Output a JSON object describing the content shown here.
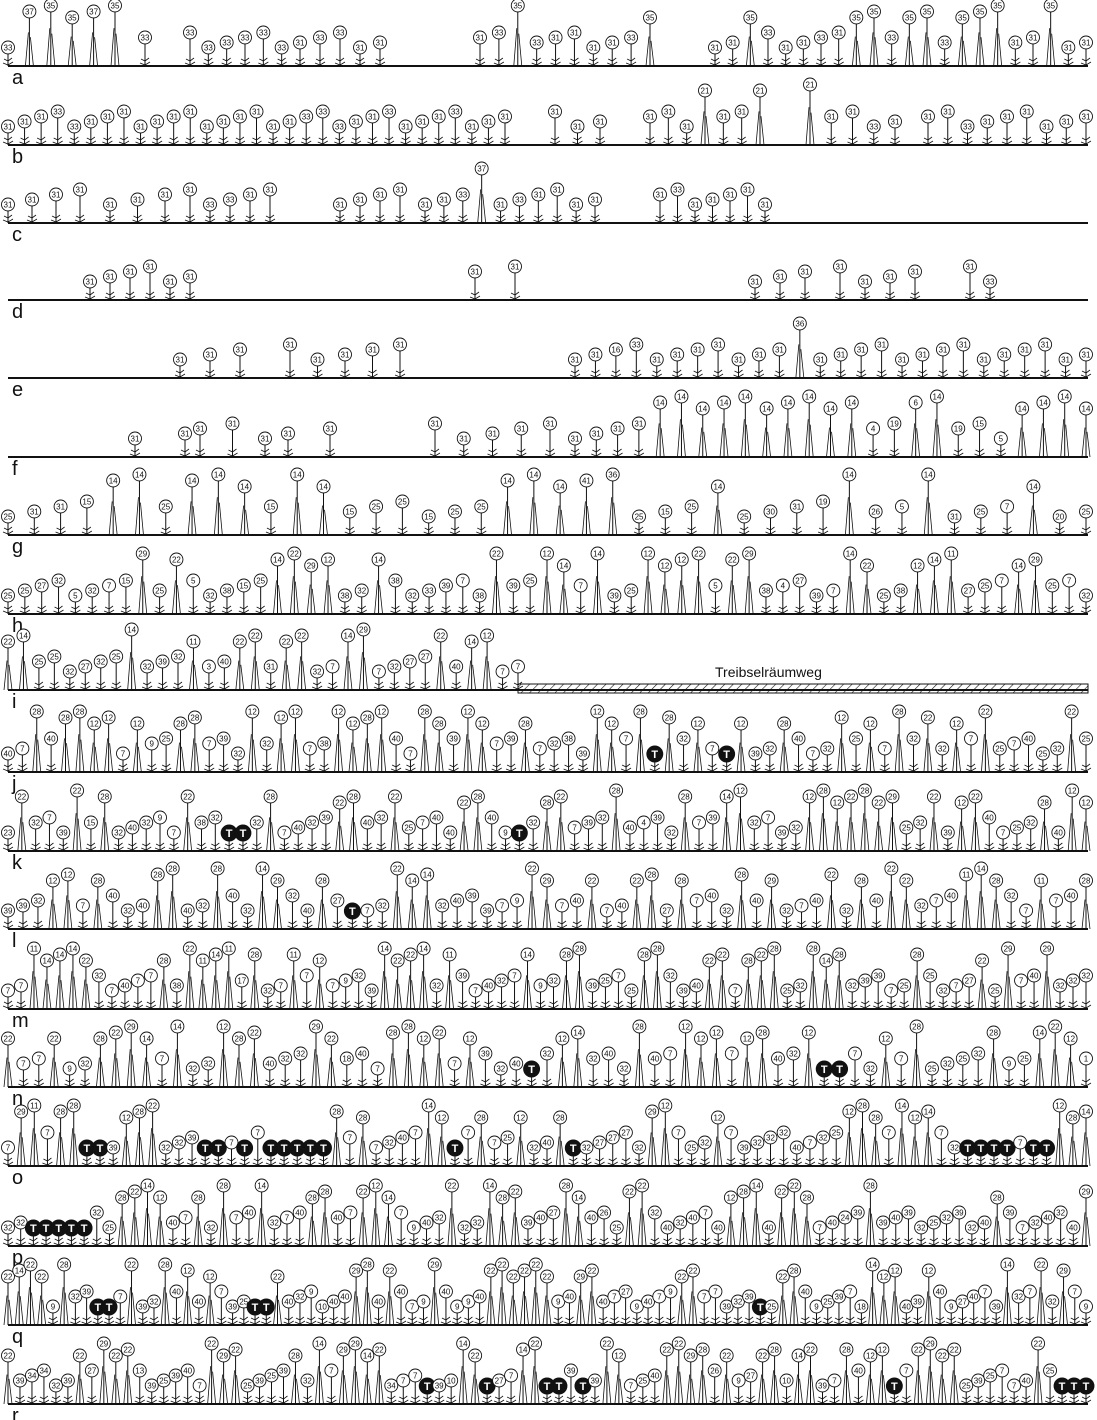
{
  "legend_text": "Treibselräumweg",
  "colors": {
    "ink": "#111111",
    "t_fill": "#111111",
    "background": "#ffffff"
  },
  "rows": [
    {
      "label": "a",
      "codes": [
        "33",
        "37",
        "35",
        "35",
        "37",
        "35",
        "33",
        "33",
        "33",
        "33",
        "33",
        "33",
        "33",
        "31",
        "33",
        "33",
        "31",
        "31",
        "31",
        "33",
        "35",
        "33",
        "31",
        "31",
        "31",
        "31",
        "33",
        "35",
        "31",
        "31",
        "35",
        "33",
        "31",
        "31",
        "33",
        "31",
        "35",
        "35",
        "33",
        "35",
        "35",
        "33",
        "35",
        "35",
        "35",
        "31",
        "31",
        "35",
        "31",
        "31"
      ]
    },
    {
      "label": "b",
      "codes": [
        "31",
        "31",
        "31",
        "33",
        "33",
        "31",
        "31",
        "31",
        "31",
        "31",
        "31",
        "31",
        "31",
        "31",
        "31",
        "31",
        "31",
        "31",
        "33",
        "33",
        "33",
        "31",
        "31",
        "33",
        "31",
        "31",
        "31",
        "33",
        "31",
        "31",
        "31",
        "31",
        "31",
        "31",
        "31",
        "31",
        "31",
        "21",
        "31",
        "31",
        "21",
        "21",
        "31",
        "31",
        "33",
        "31",
        "31",
        "31",
        "33",
        "31",
        "31",
        "31",
        "31",
        "31",
        "31"
      ]
    },
    {
      "label": "c",
      "codes": [
        "31",
        "31",
        "31",
        "31",
        "31",
        "31",
        "31",
        "31",
        "33",
        "33",
        "31",
        "31",
        "31",
        "31",
        "31",
        "31",
        "31",
        "31",
        "33",
        "37",
        "31",
        "33",
        "31",
        "31",
        "31",
        "31",
        "31",
        "33",
        "31",
        "31",
        "31",
        "31",
        "31"
      ]
    },
    {
      "label": "d",
      "codes": [
        "31",
        "31",
        "31",
        "31",
        "31",
        "31",
        "31",
        "31",
        "31",
        "31",
        "31",
        "31",
        "31",
        "31",
        "31",
        "31",
        "33"
      ]
    },
    {
      "label": "e",
      "codes": [
        "31",
        "31",
        "31",
        "31",
        "31",
        "31",
        "31",
        "31",
        "31",
        "31",
        "16",
        "33",
        "31",
        "31",
        "31",
        "31",
        "31",
        "31",
        "31",
        "36",
        "31",
        "31",
        "31",
        "31",
        "31",
        "31",
        "31",
        "31",
        "31",
        "31",
        "31",
        "31",
        "31",
        "31"
      ]
    },
    {
      "label": "f",
      "codes": [
        "31",
        "31",
        "31",
        "31",
        "31",
        "31",
        "31",
        "31",
        "31",
        "31",
        "31",
        "31",
        "31",
        "31",
        "31",
        "31",
        "14",
        "14",
        "14",
        "14",
        "14",
        "14",
        "14",
        "14",
        "14",
        "14",
        "4",
        "19",
        "6",
        "14",
        "19",
        "15",
        "5",
        "14",
        "14",
        "14",
        "14"
      ]
    },
    {
      "label": "g",
      "codes": [
        "25",
        "31",
        "31",
        "15",
        "14",
        "14",
        "25",
        "14",
        "14",
        "14",
        "15",
        "14",
        "14",
        "15",
        "25",
        "25",
        "15",
        "25",
        "25",
        "14",
        "14",
        "14",
        "41",
        "36",
        "25",
        "15",
        "25",
        "14",
        "25",
        "30",
        "31",
        "19",
        "14",
        "26",
        "5",
        "14",
        "31",
        "25",
        "7",
        "14",
        "20",
        "25"
      ]
    },
    {
      "label": "h",
      "codes": [
        "25",
        "25",
        "27",
        "32",
        "5",
        "32",
        "7",
        "15",
        "29",
        "25",
        "22",
        "5",
        "32",
        "38",
        "15",
        "25",
        "14",
        "22",
        "29",
        "12",
        "38",
        "32",
        "14",
        "38",
        "32",
        "33",
        "39",
        "7",
        "38",
        "22",
        "39",
        "25",
        "12",
        "14",
        "7",
        "14",
        "39",
        "25",
        "12",
        "12",
        "12",
        "22",
        "5",
        "22",
        "29",
        "38",
        "4",
        "27",
        "39",
        "7",
        "14",
        "22",
        "25",
        "38",
        "12",
        "14",
        "11",
        "27",
        "25",
        "7",
        "14",
        "29",
        "25",
        "7",
        "32"
      ]
    },
    {
      "label": "i",
      "codes": [
        "22",
        "14",
        "25",
        "25",
        "32",
        "27",
        "32",
        "25",
        "14",
        "32",
        "39",
        "32",
        "11",
        "3",
        "40",
        "22",
        "22",
        "31",
        "22",
        "22",
        "32",
        "7",
        "14",
        "29",
        "7",
        "32",
        "27",
        "27",
        "22",
        "40",
        "14",
        "12",
        "7",
        "7"
      ]
    },
    {
      "label": "j",
      "codes": [
        "40",
        "7",
        "28",
        "40",
        "28",
        "28",
        "12",
        "12",
        "7",
        "12",
        "9",
        "25",
        "28",
        "28",
        "7",
        "39",
        "32",
        "12",
        "32",
        "12",
        "12",
        "7",
        "38",
        "12",
        "12",
        "28",
        "12",
        "40",
        "7",
        "28",
        "28",
        "39",
        "12",
        "12",
        "7",
        "39",
        "28",
        "7",
        "32",
        "38",
        "39",
        "12",
        "12",
        "7",
        "28",
        "T",
        "28",
        "32",
        "12",
        "7",
        "T",
        "12",
        "39",
        "32",
        "28",
        "40",
        "7",
        "32",
        "12",
        "25",
        "12",
        "7",
        "28",
        "32",
        "22",
        "32",
        "12",
        "7",
        "22",
        "25",
        "7",
        "40",
        "25",
        "32",
        "22",
        "25"
      ]
    },
    {
      "label": "k",
      "codes": [
        "23",
        "22",
        "32",
        "7",
        "39",
        "22",
        "15",
        "28",
        "32",
        "40",
        "32",
        "9",
        "7",
        "22",
        "38",
        "32",
        "T",
        "T",
        "32",
        "28",
        "7",
        "40",
        "32",
        "39",
        "22",
        "28",
        "40",
        "32",
        "22",
        "25",
        "7",
        "40",
        "40",
        "22",
        "28",
        "40",
        "9",
        "T",
        "32",
        "28",
        "22",
        "7",
        "39",
        "32",
        "28",
        "40",
        "4",
        "39",
        "32",
        "28",
        "7",
        "39",
        "14",
        "12",
        "32",
        "7",
        "39",
        "32",
        "12",
        "28",
        "12",
        "22",
        "28",
        "22",
        "29",
        "25",
        "32",
        "22",
        "39",
        "12",
        "22",
        "40",
        "7",
        "25",
        "32",
        "28",
        "40",
        "12",
        "12"
      ]
    },
    {
      "label": "l",
      "codes": [
        "39",
        "39",
        "32",
        "12",
        "12",
        "7",
        "28",
        "40",
        "32",
        "40",
        "28",
        "28",
        "40",
        "32",
        "28",
        "40",
        "32",
        "14",
        "29",
        "32",
        "40",
        "28",
        "27",
        "T",
        "7",
        "32",
        "22",
        "14",
        "14",
        "32",
        "40",
        "39",
        "39",
        "7",
        "9",
        "22",
        "29",
        "7",
        "40",
        "22",
        "7",
        "40",
        "22",
        "28",
        "27",
        "28",
        "7",
        "40",
        "32",
        "28",
        "40",
        "29",
        "32",
        "7",
        "40",
        "22",
        "32",
        "28",
        "40",
        "22",
        "22",
        "32",
        "7",
        "40",
        "11",
        "14",
        "28",
        "32",
        "7",
        "11",
        "7",
        "40",
        "28"
      ]
    },
    {
      "label": "m",
      "codes": [
        "7",
        "7",
        "11",
        "14",
        "14",
        "14",
        "22",
        "32",
        "7",
        "40",
        "7",
        "7",
        "28",
        "38",
        "22",
        "11",
        "14",
        "11",
        "17",
        "28",
        "32",
        "7",
        "11",
        "7",
        "12",
        "7",
        "9",
        "32",
        "39",
        "14",
        "22",
        "22",
        "14",
        "32",
        "11",
        "39",
        "7",
        "40",
        "32",
        "7",
        "14",
        "9",
        "32",
        "28",
        "28",
        "39",
        "25",
        "7",
        "25",
        "28",
        "28",
        "32",
        "39",
        "40",
        "22",
        "22",
        "7",
        "28",
        "22",
        "28",
        "25",
        "32",
        "28",
        "14",
        "28",
        "32",
        "39",
        "39",
        "7",
        "25",
        "28",
        "25",
        "32",
        "7",
        "27",
        "22",
        "25",
        "29",
        "7",
        "40",
        "29",
        "32",
        "32",
        "32"
      ]
    },
    {
      "label": "n",
      "codes": [
        "22",
        "7",
        "7",
        "22",
        "9",
        "32",
        "28",
        "22",
        "29",
        "14",
        "7",
        "14",
        "32",
        "32",
        "12",
        "28",
        "22",
        "40",
        "32",
        "32",
        "29",
        "22",
        "18",
        "40",
        "7",
        "28",
        "28",
        "12",
        "22",
        "7",
        "12",
        "39",
        "32",
        "40",
        "T",
        "32",
        "12",
        "14",
        "32",
        "40",
        "32",
        "28",
        "40",
        "7",
        "12",
        "12",
        "12",
        "7",
        "12",
        "28",
        "40",
        "32",
        "12",
        "T",
        "T",
        "7",
        "32",
        "12",
        "7",
        "28",
        "25",
        "32",
        "25",
        "32",
        "28",
        "9",
        "25",
        "14",
        "22",
        "12",
        "1"
      ]
    },
    {
      "label": "o",
      "codes": [
        "7",
        "29",
        "11",
        "7",
        "28",
        "28",
        "T",
        "T",
        "39",
        "12",
        "28",
        "22",
        "32",
        "32",
        "39",
        "T",
        "T",
        "7",
        "T",
        "7",
        "T",
        "T",
        "T",
        "T",
        "T",
        "28",
        "7",
        "28",
        "7",
        "32",
        "40",
        "7",
        "14",
        "12",
        "T",
        "7",
        "28",
        "7",
        "25",
        "12",
        "32",
        "40",
        "28",
        "T",
        "32",
        "27",
        "27",
        "27",
        "32",
        "29",
        "12",
        "7",
        "25",
        "32",
        "12",
        "7",
        "39",
        "32",
        "32",
        "32",
        "40",
        "7",
        "32",
        "25",
        "12",
        "28",
        "28",
        "7",
        "14",
        "12",
        "14",
        "7",
        "32",
        "T",
        "T",
        "T",
        "T",
        "7",
        "T",
        "T",
        "12",
        "28",
        "14"
      ]
    },
    {
      "label": "p",
      "codes": [
        "32",
        "32",
        "T",
        "T",
        "T",
        "T",
        "T",
        "32",
        "25",
        "28",
        "22",
        "14",
        "12",
        "40",
        "7",
        "28",
        "32",
        "28",
        "7",
        "40",
        "14",
        "32",
        "7",
        "40",
        "28",
        "28",
        "40",
        "7",
        "22",
        "12",
        "14",
        "7",
        "9",
        "40",
        "32",
        "22",
        "32",
        "32",
        "14",
        "28",
        "22",
        "39",
        "40",
        "27",
        "28",
        "14",
        "40",
        "26",
        "25",
        "22",
        "22",
        "32",
        "40",
        "32",
        "40",
        "7",
        "40",
        "12",
        "28",
        "14",
        "40",
        "22",
        "22",
        "28",
        "7",
        "40",
        "24",
        "39",
        "28",
        "39",
        "40",
        "39",
        "32",
        "25",
        "32",
        "39",
        "32",
        "40",
        "28",
        "39",
        "7",
        "32",
        "40",
        "32",
        "40",
        "29"
      ]
    },
    {
      "label": "q",
      "codes": [
        "22",
        "14",
        "22",
        "22",
        "9",
        "28",
        "32",
        "39",
        "T",
        "T",
        "7",
        "22",
        "39",
        "32",
        "28",
        "40",
        "12",
        "40",
        "12",
        "7",
        "39",
        "25",
        "T",
        "T",
        "22",
        "40",
        "32",
        "9",
        "10",
        "40",
        "40",
        "29",
        "28",
        "40",
        "22",
        "40",
        "7",
        "9",
        "29",
        "40",
        "9",
        "9",
        "40",
        "22",
        "22",
        "22",
        "22",
        "22",
        "22",
        "9",
        "40",
        "29",
        "22",
        "40",
        "7",
        "27",
        "9",
        "40",
        "7",
        "9",
        "22",
        "22",
        "7",
        "7",
        "39",
        "32",
        "39",
        "T",
        "25",
        "22",
        "28",
        "40",
        "9",
        "25",
        "39",
        "7",
        "18",
        "14",
        "12",
        "12",
        "40",
        "39",
        "12",
        "40",
        "9",
        "27",
        "40",
        "7",
        "39",
        "14",
        "32",
        "7",
        "22",
        "32",
        "29",
        "7",
        "9"
      ]
    },
    {
      "label": "r",
      "codes": [
        "22",
        "39",
        "34",
        "34",
        "32",
        "39",
        "22",
        "27",
        "29",
        "22",
        "22",
        "13",
        "39",
        "25",
        "39",
        "40",
        "7",
        "22",
        "29",
        "22",
        "25",
        "39",
        "25",
        "39",
        "28",
        "32",
        "14",
        "7",
        "29",
        "29",
        "14",
        "22",
        "34",
        "7",
        "7",
        "T",
        "39",
        "10",
        "14",
        "22",
        "T",
        "27",
        "7",
        "14",
        "22",
        "T",
        "T",
        "39",
        "T",
        "39",
        "22",
        "12",
        "7",
        "25",
        "40",
        "22",
        "22",
        "29",
        "28",
        "26",
        "22",
        "9",
        "27",
        "22",
        "28",
        "10",
        "14",
        "22",
        "39",
        "7",
        "28",
        "40",
        "12",
        "12",
        "T",
        "7",
        "22",
        "29",
        "22",
        "22",
        "25",
        "39",
        "25",
        "7",
        "7",
        "40",
        "22",
        "25",
        "T",
        "T",
        "T"
      ]
    }
  ]
}
